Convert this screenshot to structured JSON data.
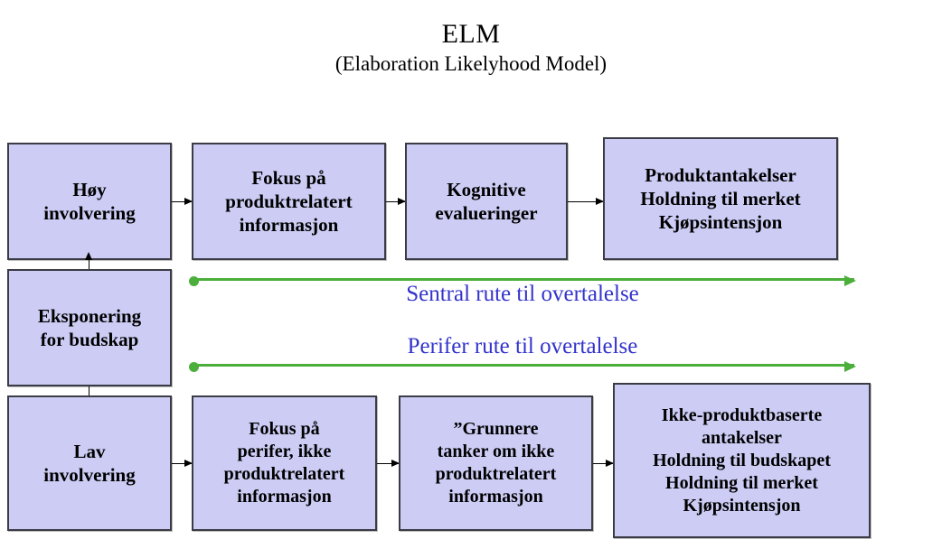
{
  "title": {
    "main": "ELM",
    "subtitle": "(Elaboration Likelyhood Model)"
  },
  "colors": {
    "box_fill": "#ccccf5",
    "box_border": "#3b3b46",
    "route_arrow": "#4caf3c",
    "route_label_text": "#3333cc",
    "connector_arrow": "#000000",
    "background": "#ffffff",
    "text": "#000000"
  },
  "nodes": [
    {
      "id": "exposure",
      "label": "Eksponering\nfor budskap"
    },
    {
      "id": "high-involvement",
      "label": "Høy\ninvolvering"
    },
    {
      "id": "central-focus",
      "label": "Fokus på\nproduktrelatert\ninformasjon"
    },
    {
      "id": "cognitive-eval",
      "label": "Kognitive\nevalueringer"
    },
    {
      "id": "central-outcomes",
      "label": "Produktantakelser\nHoldning til merket\nKjøpsintensjon"
    },
    {
      "id": "low-involvement",
      "label": "Lav\ninvolvering"
    },
    {
      "id": "peripheral-focus",
      "label": "Fokus på\nperifer, ikke\nproduktrelatert\ninformasjon"
    },
    {
      "id": "shallow-thoughts",
      "label": "”Grunnere\ntanker om ikke\nproduktrelatert\ninformasjon"
    },
    {
      "id": "peripheral-outcomes",
      "label": "Ikke-produktbaserte\nantakelser\nHoldning til budskapet\nHoldning til merket\nKjøpsintensjon"
    }
  ],
  "routes": [
    {
      "id": "central-route",
      "label": "Sentral rute til overtalelse"
    },
    {
      "id": "peripheral-route",
      "label": "Perifer rute til overtalelse"
    }
  ]
}
